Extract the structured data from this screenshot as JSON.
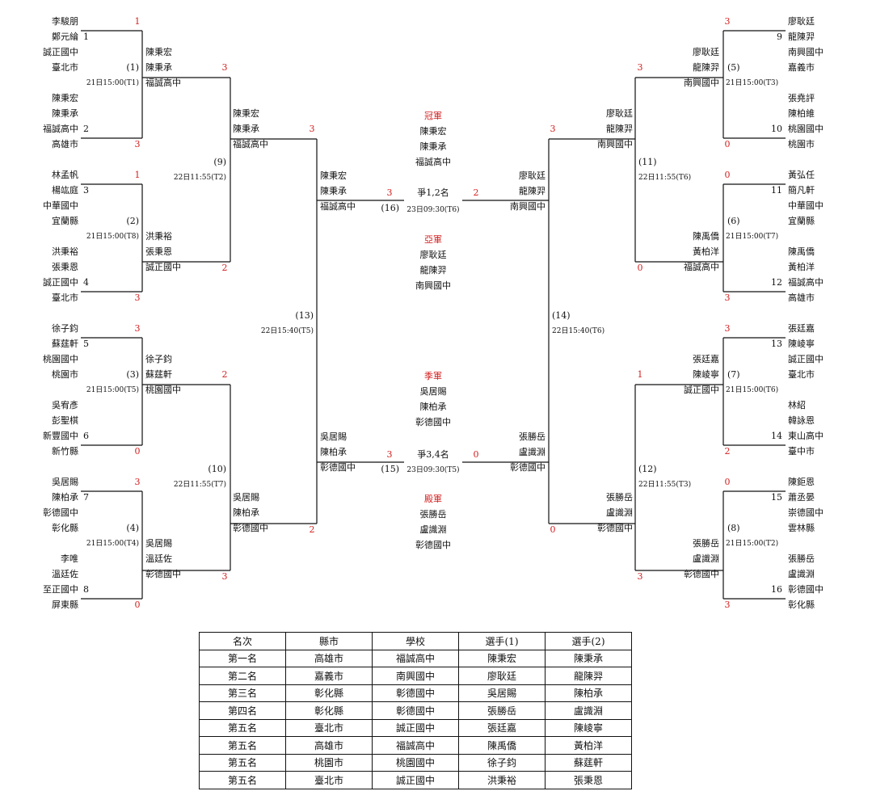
{
  "players": [
    {
      "seed": 1,
      "names": [
        "李駿朋",
        "鄭元綸"
      ],
      "school": "誠正國中",
      "county": "臺北市",
      "score": "1"
    },
    {
      "seed": 2,
      "names": [
        "陳秉宏",
        "陳秉承"
      ],
      "school": "福誠高中",
      "county": "高雄市",
      "score": "3"
    },
    {
      "seed": 3,
      "names": [
        "林孟帆",
        "楊竑庭"
      ],
      "school": "中華國中",
      "county": "宜蘭縣",
      "score": "1"
    },
    {
      "seed": 4,
      "names": [
        "洪秉裕",
        "張秉恩"
      ],
      "school": "誠正國中",
      "county": "臺北市",
      "score": "3"
    },
    {
      "seed": 5,
      "names": [
        "徐子鈞",
        "蘇莛軒"
      ],
      "school": "桃園國中",
      "county": "桃園市",
      "score": "3"
    },
    {
      "seed": 6,
      "names": [
        "吳宥彥",
        "彭聖棋"
      ],
      "school": "新豐國中",
      "county": "新竹縣",
      "score": "0"
    },
    {
      "seed": 7,
      "names": [
        "吳居賜",
        "陳柏承"
      ],
      "school": "彰德國中",
      "county": "彰化縣",
      "score": "3"
    },
    {
      "seed": 8,
      "names": [
        "李唯",
        "溫廷佐"
      ],
      "school": "至正國中",
      "county": "屏東縣",
      "score": "0"
    },
    {
      "seed": 9,
      "names": [
        "廖耿廷",
        "龍陳羿"
      ],
      "school": "南興國中",
      "county": "嘉義市",
      "score": "3"
    },
    {
      "seed": 10,
      "names": [
        "張堯評",
        "陳柏維"
      ],
      "school": "桃園國中",
      "county": "桃園市",
      "score": "0"
    },
    {
      "seed": 11,
      "names": [
        "黃弘任",
        "簡凡軒"
      ],
      "school": "中華國中",
      "county": "宜蘭縣",
      "score": "0"
    },
    {
      "seed": 12,
      "names": [
        "陳禹僑",
        "黃柏洋"
      ],
      "school": "福誠高中",
      "county": "高雄市",
      "score": "3"
    },
    {
      "seed": 13,
      "names": [
        "張廷嘉",
        "陳崚寧"
      ],
      "school": "誠正國中",
      "county": "臺北市",
      "score": "3"
    },
    {
      "seed": 14,
      "names": [
        "林紹",
        "韓詠恩"
      ],
      "school": "東山高中",
      "county": "臺中市",
      "score": "2"
    },
    {
      "seed": 15,
      "names": [
        "陳鉅恩",
        "蕭丞晏"
      ],
      "school": "崇德國中",
      "county": "雲林縣",
      "score": "0"
    },
    {
      "seed": 16,
      "names": [
        "張勝岳",
        "盧識淵"
      ],
      "school": "彰德國中",
      "county": "彰化縣",
      "score": "3"
    }
  ],
  "matches": {
    "m1": {
      "label": "(1)",
      "time": "21日15:00(T1)"
    },
    "m2": {
      "label": "(2)",
      "time": "21日15:00(T8)"
    },
    "m3": {
      "label": "(3)",
      "time": "21日15:00(T5)"
    },
    "m4": {
      "label": "(4)",
      "time": "21日15:00(T4)"
    },
    "m5": {
      "label": "(5)",
      "time": "21日15:00(T3)"
    },
    "m6": {
      "label": "(6)",
      "time": "21日15:00(T7)"
    },
    "m7": {
      "label": "(7)",
      "time": "21日15:00(T6)"
    },
    "m8": {
      "label": "(8)",
      "time": "21日15:00(T2)"
    },
    "m9": {
      "label": "(9)",
      "time": "22日11:55(T2)"
    },
    "m10": {
      "label": "(10)",
      "time": "22日11:55(T7)"
    },
    "m11": {
      "label": "(11)",
      "time": "22日11:55(T6)"
    },
    "m12": {
      "label": "(12)",
      "time": "22日11:55(T3)"
    },
    "m13": {
      "label": "(13)",
      "time": "22日15:40(T5)"
    },
    "m14": {
      "label": "(14)",
      "time": "22日15:40(T6)"
    },
    "m15": {
      "label": "(15)",
      "time": "23日09:30(T5)"
    },
    "m16": {
      "label": "(16)",
      "time": "23日09:30(T6)"
    }
  },
  "round2": {
    "w1": {
      "names": [
        "陳秉宏",
        "陳秉承"
      ],
      "school": "福誠高中",
      "score": "3"
    },
    "w2": {
      "names": [
        "洪秉裕",
        "張秉恩"
      ],
      "school": "誠正國中",
      "score": "2"
    },
    "w3": {
      "names": [
        "徐子鈞",
        "蘇莛軒"
      ],
      "school": "桃園國中",
      "score": "2"
    },
    "w4": {
      "names": [
        "吳居賜",
        "溫廷佐"
      ],
      "school": "彰德國中",
      "score": "3"
    },
    "w5": {
      "names": [
        "廖耿廷",
        "龍陳羿"
      ],
      "school": "南興國中",
      "score": "3"
    },
    "w6": {
      "names": [
        "陳禹僑",
        "黃柏洋"
      ],
      "school": "福誠高中",
      "score": "0"
    },
    "w7": {
      "names": [
        "張廷嘉",
        "陳崚寧"
      ],
      "school": "誠正國中",
      "score": "1"
    },
    "w8": {
      "names": [
        "張勝岳",
        "盧識淵"
      ],
      "school": "彰德國中",
      "score": "3"
    }
  },
  "round3": {
    "w9": {
      "names": [
        "陳秉宏",
        "陳秉承"
      ],
      "school": "福誠高中",
      "score": "3"
    },
    "w10": {
      "names": [
        "吳居賜",
        "陳柏承"
      ],
      "school": "彰德國中",
      "score": "2"
    },
    "w11": {
      "names": [
        "廖耿廷",
        "龍陳羿"
      ],
      "school": "南興國中",
      "score": "3"
    },
    "w12": {
      "names": [
        "張勝岳",
        "盧識淵"
      ],
      "school": "彰德國中",
      "score": "0"
    }
  },
  "finals": {
    "w13": {
      "names": [
        "陳秉宏",
        "陳秉承"
      ],
      "school": "福誠高中",
      "score": "3"
    },
    "w14": {
      "names": [
        "廖耿廷",
        "龍陳羿"
      ],
      "school": "南興國中",
      "score": "2"
    },
    "w15": {
      "names": [
        "吳居賜",
        "陳柏承"
      ],
      "school": "彰德國中",
      "score": "3"
    },
    "w16": {
      "names": [
        "張勝岳",
        "盧識淵"
      ],
      "school": "彰德國中",
      "score": "0"
    },
    "final_label": "爭1,2名",
    "third_label": "爭3,4名"
  },
  "podium": [
    {
      "title": "冠軍",
      "names": [
        "陳秉宏",
        "陳秉承"
      ],
      "school": "福誠高中"
    },
    {
      "title": "亞軍",
      "names": [
        "廖耿廷",
        "龍陳羿"
      ],
      "school": "南興國中"
    },
    {
      "title": "季軍",
      "names": [
        "吳居賜",
        "陳柏承"
      ],
      "school": "彰德國中"
    },
    {
      "title": "殿軍",
      "names": [
        "張勝岳",
        "盧識淵"
      ],
      "school": "彰德國中"
    }
  ],
  "ranking": {
    "headers": [
      "名次",
      "縣市",
      "學校",
      "選手(1)",
      "選手(2)"
    ],
    "rows": [
      [
        "第一名",
        "高雄市",
        "福誠高中",
        "陳秉宏",
        "陳秉承"
      ],
      [
        "第二名",
        "嘉義市",
        "南興國中",
        "廖耿廷",
        "龍陳羿"
      ],
      [
        "第三名",
        "彰化縣",
        "彰德國中",
        "吳居賜",
        "陳柏承"
      ],
      [
        "第四名",
        "彰化縣",
        "彰德國中",
        "張勝岳",
        "盧識淵"
      ],
      [
        "第五名",
        "臺北市",
        "誠正國中",
        "張廷嘉",
        "陳崚寧"
      ],
      [
        "第五名",
        "高雄市",
        "福誠高中",
        "陳禹僑",
        "黃柏洋"
      ],
      [
        "第五名",
        "桃園市",
        "桃園國中",
        "徐子鈞",
        "蘇莛軒"
      ],
      [
        "第五名",
        "臺北市",
        "誠正國中",
        "洪秉裕",
        "張秉恩"
      ]
    ]
  },
  "colors": {
    "line": "#111111",
    "score": "#d42020",
    "text": "#111111"
  }
}
